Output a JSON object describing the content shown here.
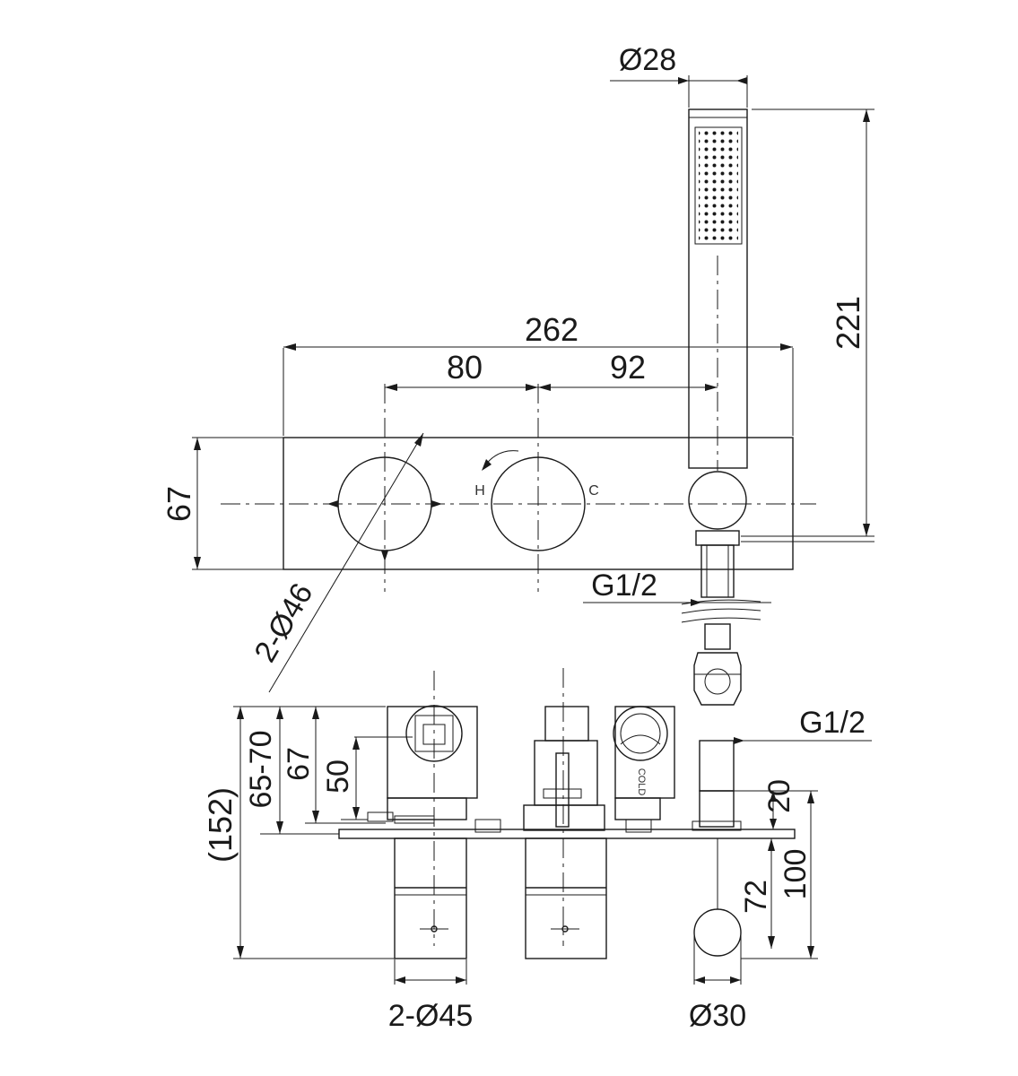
{
  "colors": {
    "line": "#1a1a1a",
    "background": "#ffffff"
  },
  "front_view": {
    "dims": {
      "width_total": "262",
      "valve_spacing": "80",
      "outlet_spacing": "92",
      "height": "67",
      "knob_diameter": "2-Ø46",
      "outlet_thread": "G1/2"
    },
    "knob_labels": {
      "hot": "H",
      "cold": "C"
    }
  },
  "hand_shower": {
    "dims": {
      "diameter": "Ø28",
      "length": "221"
    }
  },
  "top_view": {
    "dims": {
      "overall_depth": "(152)",
      "adjust_range": "65-70",
      "body_depth": "67",
      "inlet_depth": "50",
      "knob_diameter": "2-Ø45",
      "outlet_thread": "G1/2",
      "outlet_height": "20",
      "outlet_projection": "100",
      "outlet_centre": "72",
      "outlet_diameter": "Ø30"
    },
    "cold_marking": "COLD"
  }
}
